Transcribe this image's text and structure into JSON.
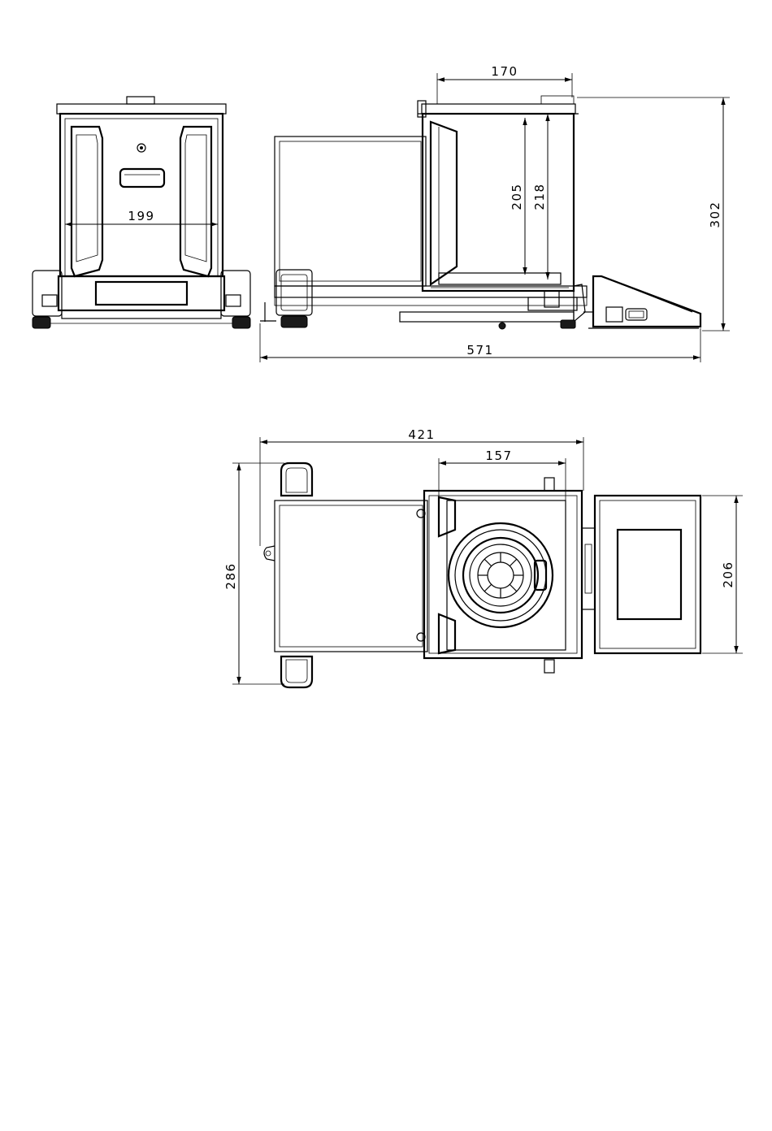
{
  "front_view": {
    "width_label": "199"
  },
  "side_view": {
    "chamber_depth_label": "170",
    "chamber_height_label": "205",
    "inner_height_label": "218",
    "total_height_label": "302",
    "total_length_label": "571"
  },
  "top_view": {
    "total_width_label": "421",
    "chamber_width_label": "157",
    "depth_label": "286",
    "display_depth_label": "206"
  }
}
